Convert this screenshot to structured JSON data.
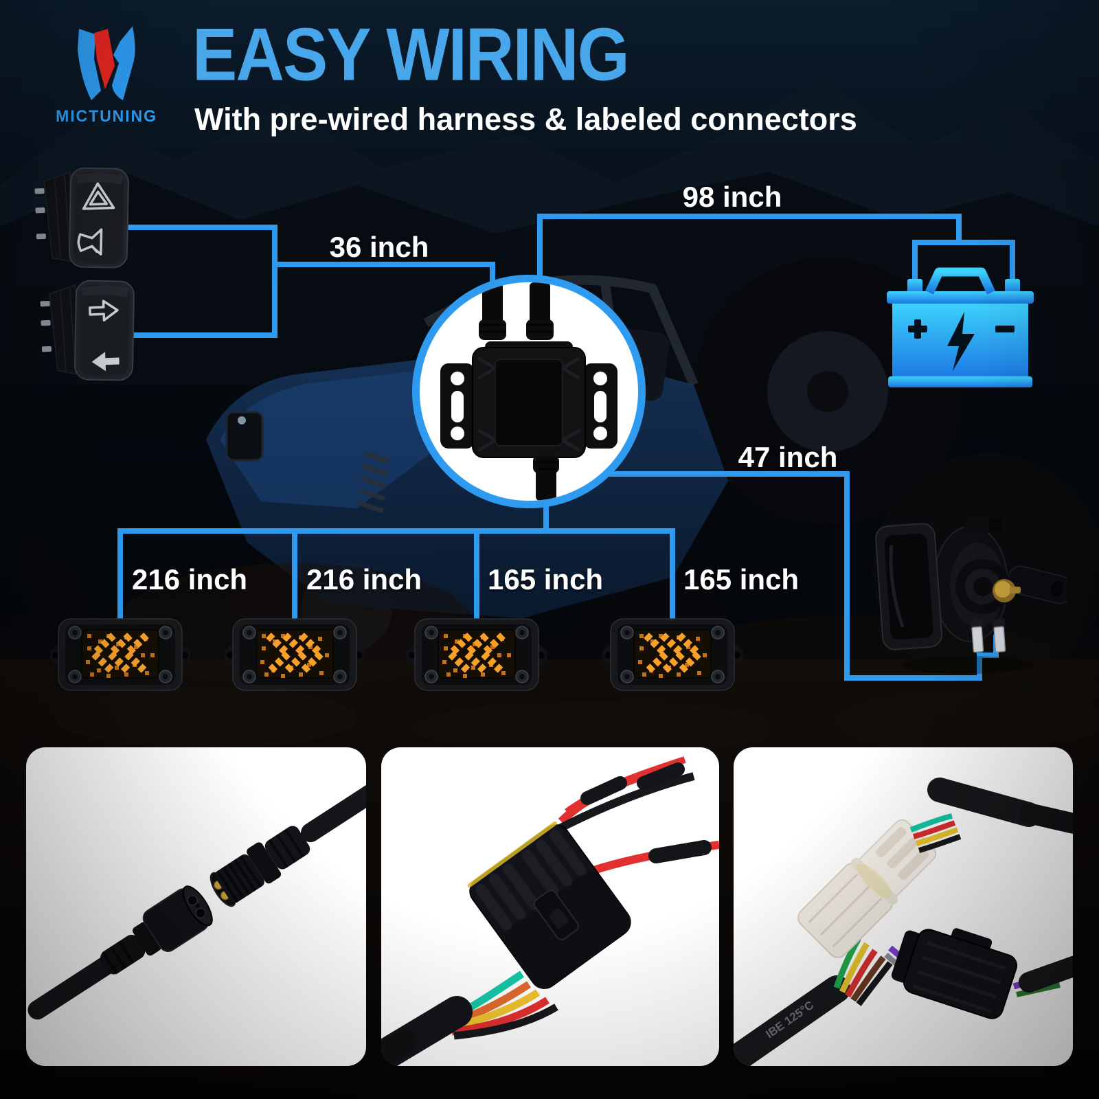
{
  "brand": {
    "name": "MICTUNING"
  },
  "header": {
    "title": "EASY WIRING",
    "subtitle": "With pre-wired harness & labeled connectors"
  },
  "wires": {
    "switch_to_controller": "36 inch",
    "controller_to_battery": "98 inch",
    "controller_to_horn": "47 inch",
    "pods": [
      {
        "label": "216 inch",
        "arrow_direction": "left"
      },
      {
        "label": "216 inch",
        "arrow_direction": "right"
      },
      {
        "label": "165 inch",
        "arrow_direction": "left"
      },
      {
        "label": "165 inch",
        "arrow_direction": "right"
      }
    ]
  },
  "panel3": {
    "cable_marking": "IBE 125°C"
  },
  "icons": {
    "hazard-icon": "double triangle warning",
    "horn-icon": "trumpet outline",
    "arrow-right-icon": "hollow block arrow right",
    "arrow-left-icon": "solid block arrow left",
    "battery-icon": "car battery with handle, + and - terminals",
    "lightning-icon": "bolt inside battery"
  },
  "colors": {
    "accent_blue": "#2F9BF0",
    "title_blue": "#48A7EA",
    "text_white": "#FFFFFF",
    "logo_red": "#E52620",
    "logo_blue": "#2E9BF0",
    "battery_top": "#3ED2FC",
    "battery_bottom": "#1B76E3",
    "led_amber": "#F2991F"
  }
}
